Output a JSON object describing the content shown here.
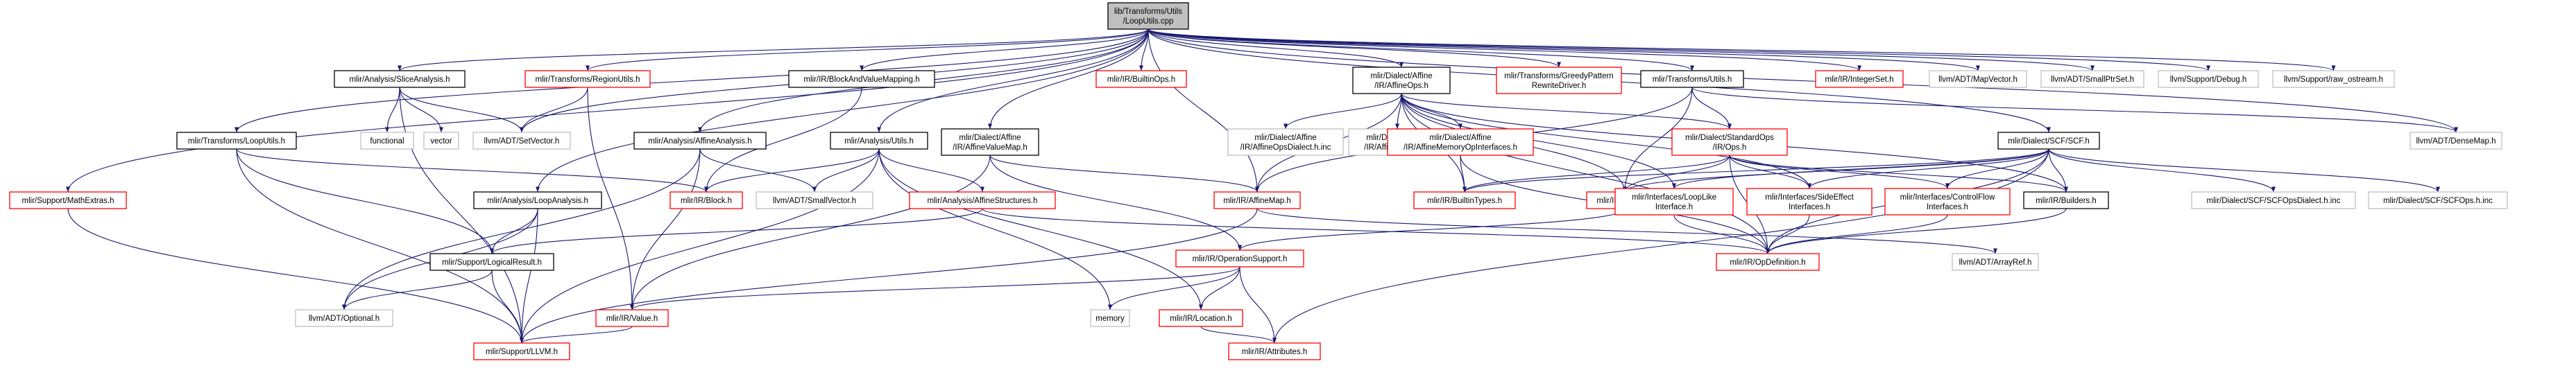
{
  "colors": {
    "edge": "#191970",
    "arrowhead": "#191970",
    "border_local": "#000000",
    "border_missing": "#ff0000",
    "border_external": "#bfbfbf",
    "fill_default": "#ffffff",
    "fill_root": "#bfbfbf"
  },
  "nodes": [
    {
      "id": "root",
      "lines": [
        "lib/Transforms/Utils",
        "/LoopUtils.cpp"
      ],
      "kind": "root"
    },
    {
      "id": "slice",
      "lines": [
        "mlir/Analysis/SliceAnalysis.h"
      ],
      "kind": "local"
    },
    {
      "id": "regionutils",
      "lines": [
        "mlir/Transforms/RegionUtils.h"
      ],
      "kind": "missing"
    },
    {
      "id": "blockvalmap",
      "lines": [
        "mlir/IR/BlockAndValueMapping.h"
      ],
      "kind": "local"
    },
    {
      "id": "builtinops",
      "lines": [
        "mlir/IR/BuiltinOps.h"
      ],
      "kind": "missing"
    },
    {
      "id": "affineops",
      "lines": [
        "mlir/Dialect/Affine",
        "/IR/AffineOps.h"
      ],
      "kind": "local"
    },
    {
      "id": "greedy",
      "lines": [
        "mlir/Transforms/GreedyPattern",
        "RewriteDriver.h"
      ],
      "kind": "missing"
    },
    {
      "id": "tutils",
      "lines": [
        "mlir/Transforms/Utils.h"
      ],
      "kind": "local"
    },
    {
      "id": "intset",
      "lines": [
        "mlir/IR/IntegerSet.h"
      ],
      "kind": "missing"
    },
    {
      "id": "mapvector",
      "lines": [
        "llvm/ADT/MapVector.h"
      ],
      "kind": "external"
    },
    {
      "id": "smallptrset",
      "lines": [
        "llvm/ADT/SmallPtrSet.h"
      ],
      "kind": "external"
    },
    {
      "id": "debug",
      "lines": [
        "llvm/Support/Debug.h"
      ],
      "kind": "external"
    },
    {
      "id": "rawostream",
      "lines": [
        "llvm/Support/raw_ostream.h"
      ],
      "kind": "external"
    },
    {
      "id": "loopu",
      "lines": [
        "mlir/Transforms/LoopUtils.h"
      ],
      "kind": "local"
    },
    {
      "id": "functional",
      "lines": [
        "functional"
      ],
      "kind": "external"
    },
    {
      "id": "vector",
      "lines": [
        "vector"
      ],
      "kind": "external"
    },
    {
      "id": "setvector",
      "lines": [
        "llvm/ADT/SetVector.h"
      ],
      "kind": "external"
    },
    {
      "id": "affanal",
      "lines": [
        "mlir/Analysis/AffineAnalysis.h"
      ],
      "kind": "local"
    },
    {
      "id": "autils",
      "lines": [
        "mlir/Analysis/Utils.h"
      ],
      "kind": "local"
    },
    {
      "id": "affvalmap",
      "lines": [
        "mlir/Dialect/Affine",
        "/IR/AffineValueMap.h"
      ],
      "kind": "local"
    },
    {
      "id": "opsdialect",
      "lines": [
        "mlir/Dialect/Affine",
        "/IR/AffineOpsDialect.h.inc"
      ],
      "kind": "external"
    },
    {
      "id": "opshinc",
      "lines": [
        "mlir/Dialect/Affine",
        "/IR/AffineOps.h.inc"
      ],
      "kind": "external"
    },
    {
      "id": "memopif",
      "lines": [
        "mlir/Dialect/Affine",
        "/IR/AffineMemoryOpInterfaces.h"
      ],
      "kind": "missing"
    },
    {
      "id": "stdops",
      "lines": [
        "mlir/Dialect/StandardOps",
        "/IR/Ops.h"
      ],
      "kind": "missing"
    },
    {
      "id": "scf",
      "lines": [
        "mlir/Dialect/SCF/SCF.h"
      ],
      "kind": "local"
    },
    {
      "id": "densemap",
      "lines": [
        "llvm/ADT/DenseMap.h"
      ],
      "kind": "external"
    },
    {
      "id": "mathextras",
      "lines": [
        "mlir/Support/MathExtras.h"
      ],
      "kind": "missing"
    },
    {
      "id": "loopanal",
      "lines": [
        "mlir/Analysis/LoopAnalysis.h"
      ],
      "kind": "local"
    },
    {
      "id": "block",
      "lines": [
        "mlir/IR/Block.h"
      ],
      "kind": "missing"
    },
    {
      "id": "smallvector",
      "lines": [
        "llvm/ADT/SmallVector.h"
      ],
      "kind": "external"
    },
    {
      "id": "affstruct",
      "lines": [
        "mlir/Analysis/AffineStructures.h"
      ],
      "kind": "missing"
    },
    {
      "id": "affmap",
      "lines": [
        "mlir/IR/AffineMap.h"
      ],
      "kind": "missing"
    },
    {
      "id": "builtintypes",
      "lines": [
        "mlir/IR/BuiltinTypes.h"
      ],
      "kind": "missing"
    },
    {
      "id": "dialect",
      "lines": [
        "mlir/IR/Dialect.h"
      ],
      "kind": "missing"
    },
    {
      "id": "looplike",
      "lines": [
        "mlir/Interfaces/LoopLike",
        "Interface.h"
      ],
      "kind": "missing"
    },
    {
      "id": "sideeffect",
      "lines": [
        "mlir/Interfaces/SideEffect",
        "Interfaces.h"
      ],
      "kind": "missing"
    },
    {
      "id": "controlflow",
      "lines": [
        "mlir/Interfaces/ControlFlow",
        "Interfaces.h"
      ],
      "kind": "missing"
    },
    {
      "id": "builders",
      "lines": [
        "mlir/IR/Builders.h"
      ],
      "kind": "local"
    },
    {
      "id": "scfdialect",
      "lines": [
        "mlir/Dialect/SCF/SCFOpsDialect.h.inc"
      ],
      "kind": "external"
    },
    {
      "id": "scfops",
      "lines": [
        "mlir/Dialect/SCF/SCFOps.h.inc"
      ],
      "kind": "external"
    },
    {
      "id": "logical",
      "lines": [
        "mlir/Support/LogicalResult.h"
      ],
      "kind": "local"
    },
    {
      "id": "opsupport",
      "lines": [
        "mlir/IR/OperationSupport.h"
      ],
      "kind": "missing"
    },
    {
      "id": "arrayref",
      "lines": [
        "llvm/ADT/ArrayRef.h"
      ],
      "kind": "external"
    },
    {
      "id": "opdef",
      "lines": [
        "mlir/IR/OpDefinition.h"
      ],
      "kind": "missing"
    },
    {
      "id": "optional",
      "lines": [
        "llvm/ADT/Optional.h"
      ],
      "kind": "external"
    },
    {
      "id": "memory",
      "lines": [
        "memory"
      ],
      "kind": "external"
    },
    {
      "id": "value",
      "lines": [
        "mlir/IR/Value.h"
      ],
      "kind": "missing"
    },
    {
      "id": "location",
      "lines": [
        "mlir/IR/Location.h"
      ],
      "kind": "missing"
    },
    {
      "id": "llvmh",
      "lines": [
        "mlir/Support/LLVM.h"
      ],
      "kind": "missing"
    },
    {
      "id": "attributes",
      "lines": [
        "mlir/IR/Attributes.h"
      ],
      "kind": "missing"
    }
  ],
  "edges": [
    [
      "root",
      "slice"
    ],
    [
      "root",
      "regionutils"
    ],
    [
      "root",
      "blockvalmap"
    ],
    [
      "root",
      "builtinops"
    ],
    [
      "root",
      "affineops"
    ],
    [
      "root",
      "greedy"
    ],
    [
      "root",
      "tutils"
    ],
    [
      "root",
      "intset"
    ],
    [
      "root",
      "mapvector"
    ],
    [
      "root",
      "smallptrset"
    ],
    [
      "root",
      "debug"
    ],
    [
      "root",
      "rawostream"
    ],
    [
      "root",
      "loopu"
    ],
    [
      "root",
      "mathextras"
    ],
    [
      "root",
      "loopanal"
    ],
    [
      "root",
      "autils"
    ],
    [
      "root",
      "affvalmap"
    ],
    [
      "root",
      "setvector"
    ],
    [
      "root",
      "affanal"
    ],
    [
      "root",
      "affmap"
    ],
    [
      "root",
      "scf"
    ],
    [
      "root",
      "densemap"
    ],
    [
      "slice",
      "functional"
    ],
    [
      "slice",
      "vector"
    ],
    [
      "slice",
      "setvector"
    ],
    [
      "slice",
      "llvmh"
    ],
    [
      "regionutils",
      "setvector"
    ],
    [
      "regionutils",
      "value"
    ],
    [
      "blockvalmap",
      "block"
    ],
    [
      "affineops",
      "affmap"
    ],
    [
      "affineops",
      "opsdialect"
    ],
    [
      "affineops",
      "opshinc"
    ],
    [
      "affineops",
      "memopif"
    ],
    [
      "affineops",
      "stdops"
    ],
    [
      "affineops",
      "builtintypes"
    ],
    [
      "affineops",
      "dialect"
    ],
    [
      "affineops",
      "looplike"
    ],
    [
      "affineops",
      "sideeffect"
    ],
    [
      "affineops",
      "builders"
    ],
    [
      "affineops",
      "opdef"
    ],
    [
      "tutils",
      "affmap"
    ],
    [
      "tutils",
      "stdops"
    ],
    [
      "tutils",
      "densemap"
    ],
    [
      "tutils",
      "dialect"
    ],
    [
      "loopu",
      "block"
    ],
    [
      "loopu",
      "logical"
    ],
    [
      "loopu",
      "llvmh"
    ],
    [
      "affanal",
      "smallvector"
    ],
    [
      "affanal",
      "value"
    ],
    [
      "affanal",
      "optional"
    ],
    [
      "autils",
      "affstruct"
    ],
    [
      "autils",
      "block"
    ],
    [
      "autils",
      "smallvector"
    ],
    [
      "autils",
      "location"
    ],
    [
      "autils",
      "memory"
    ],
    [
      "autils",
      "llvmh"
    ],
    [
      "affvalmap",
      "affmap"
    ],
    [
      "affvalmap",
      "opsupport"
    ],
    [
      "affvalmap",
      "value"
    ],
    [
      "memopif",
      "builtintypes"
    ],
    [
      "memopif",
      "opdef"
    ],
    [
      "stdops",
      "builtintypes"
    ],
    [
      "stdops",
      "dialect"
    ],
    [
      "stdops",
      "sideeffect"
    ],
    [
      "stdops",
      "controlflow"
    ],
    [
      "stdops",
      "builders"
    ],
    [
      "stdops",
      "opdef"
    ],
    [
      "scf",
      "builtintypes"
    ],
    [
      "scf",
      "dialect"
    ],
    [
      "scf",
      "looplike"
    ],
    [
      "scf",
      "sideeffect"
    ],
    [
      "scf",
      "controlflow"
    ],
    [
      "scf",
      "builders"
    ],
    [
      "scf",
      "scfdialect"
    ],
    [
      "scf",
      "scfops"
    ],
    [
      "scf",
      "opdef"
    ],
    [
      "scf",
      "attributes"
    ],
    [
      "mathextras",
      "llvmh"
    ],
    [
      "loopanal",
      "logical"
    ],
    [
      "loopanal",
      "llvmh"
    ],
    [
      "loopanal",
      "optional"
    ],
    [
      "affstruct",
      "logical"
    ],
    [
      "affstruct",
      "opdef"
    ],
    [
      "affmap",
      "arrayref"
    ],
    [
      "affmap",
      "llvmh"
    ],
    [
      "dialect",
      "opsupport"
    ],
    [
      "looplike",
      "opdef"
    ],
    [
      "sideeffect",
      "opdef"
    ],
    [
      "controlflow",
      "opdef"
    ],
    [
      "builders",
      "opdef"
    ],
    [
      "logical",
      "optional"
    ],
    [
      "logical",
      "llvmh"
    ],
    [
      "opsupport",
      "location"
    ],
    [
      "opsupport",
      "attributes"
    ],
    [
      "opsupport",
      "memory"
    ],
    [
      "opsupport",
      "value"
    ],
    [
      "location",
      "attributes"
    ],
    [
      "value",
      "llvmh"
    ]
  ]
}
